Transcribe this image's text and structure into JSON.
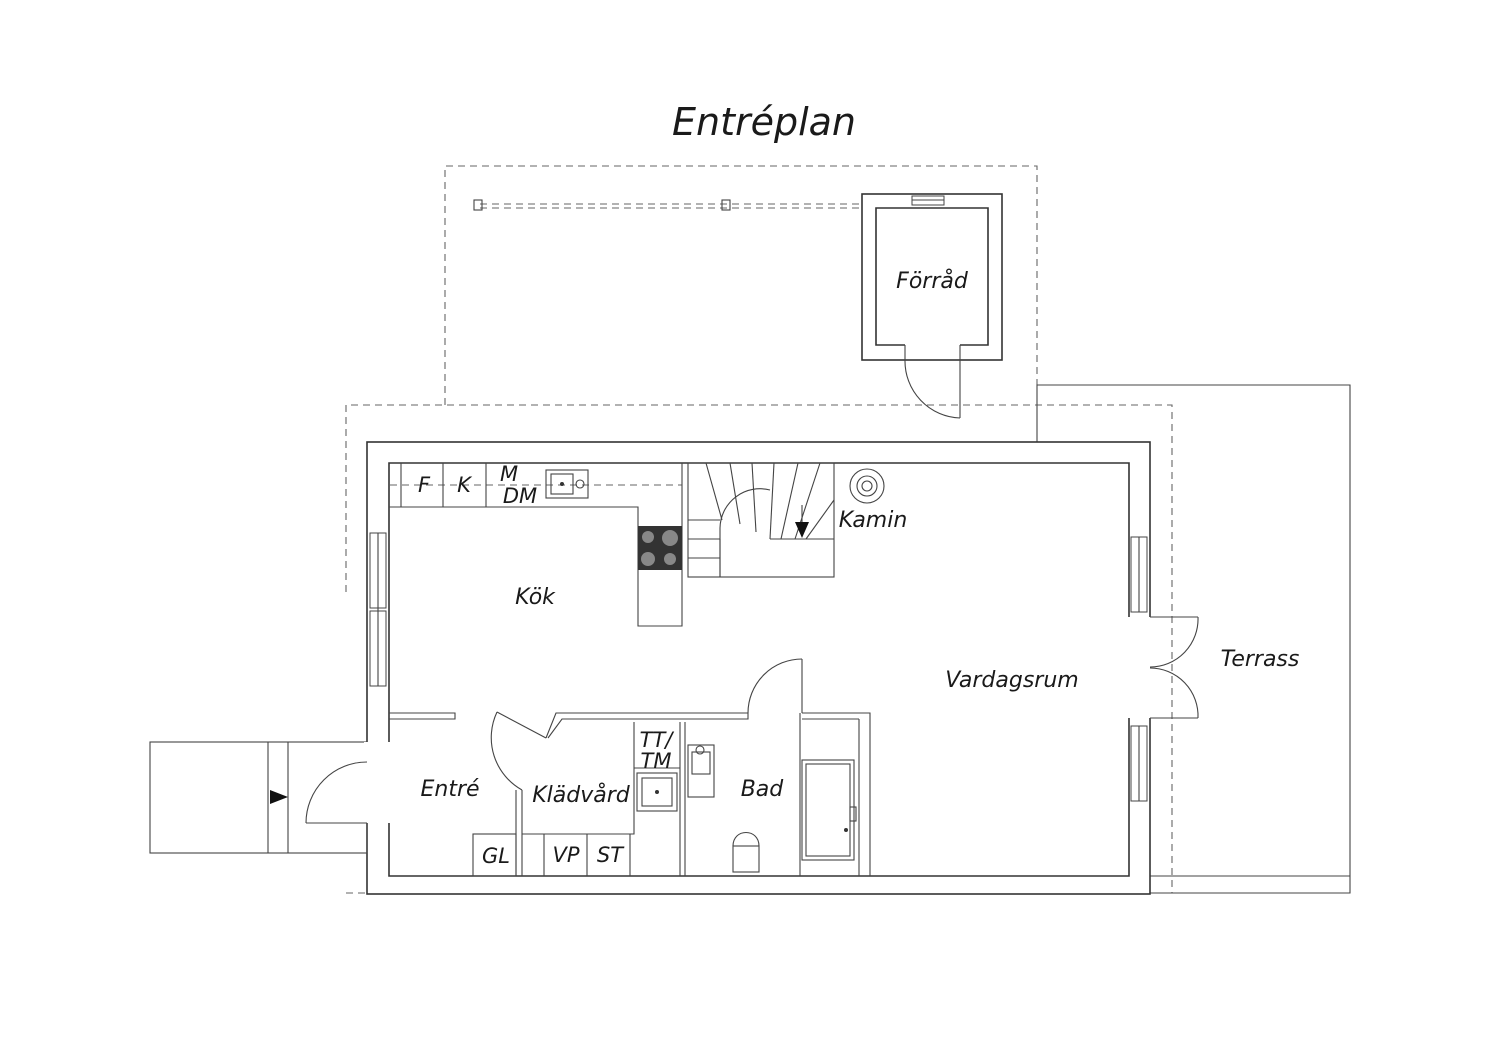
{
  "title": "Entréplan",
  "rooms": {
    "forrad": "Förråd",
    "kok": "Kök",
    "kamin": "Kamin",
    "vardagsrum": "Vardagsrum",
    "terrass": "Terrass",
    "entre": "Entré",
    "kladvard": "Klädvård",
    "bad": "Bad"
  },
  "fixtures": {
    "fridge": "F",
    "freezer": "K",
    "micro": "M",
    "dishwasher": "DM",
    "dryer_line1": "TT/",
    "dryer_line2": "TM",
    "gl": "GL",
    "vp": "VP",
    "st": "ST"
  }
}
